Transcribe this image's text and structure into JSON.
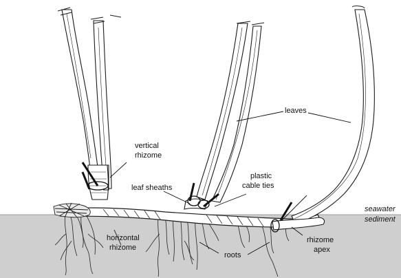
{
  "labels": {
    "vertical_rhizome": [
      "vertical",
      "rhizome"
    ],
    "leaf_sheaths": "leaf sheaths",
    "leaves": "leaves",
    "plastic_cable_ties": [
      "plastic",
      "cable ties"
    ],
    "horizontal_rhizome": [
      "horizontal",
      "rhizome"
    ],
    "roots": "roots",
    "rhizome_apex": [
      "rhizome",
      "apex"
    ],
    "seawater": "seawater",
    "sediment": "sediment"
  },
  "colors": {
    "sediment": "#cfcfcf",
    "line": "#1a1a1a",
    "background": "#ffffff"
  }
}
